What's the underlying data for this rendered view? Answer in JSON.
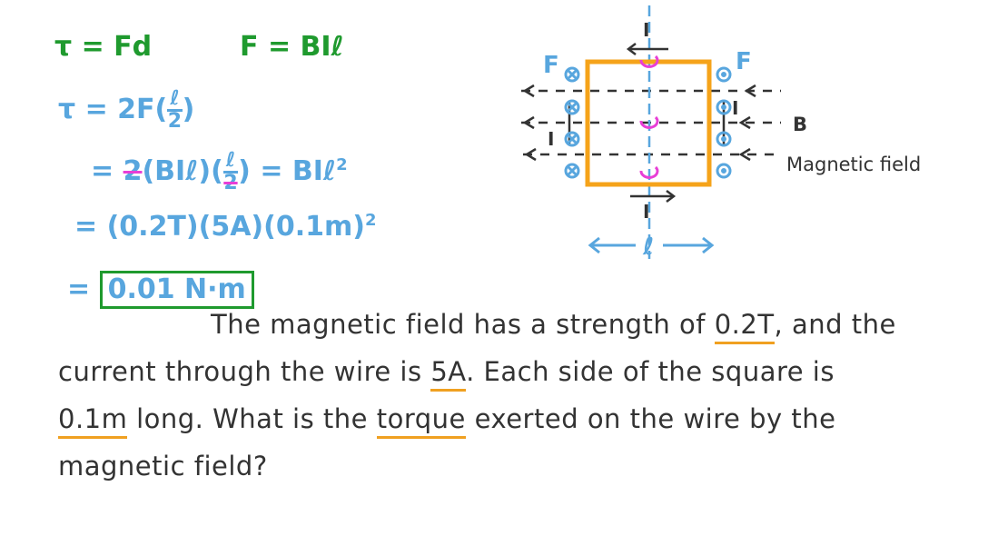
{
  "colors": {
    "green": "#1f9a2e",
    "blue": "#58a6de",
    "orange": "#f0a020",
    "magenta": "#e83fd6",
    "ink": "#333333"
  },
  "equations": {
    "torque_def": "τ = Fd",
    "force_def": "F = BIℓ",
    "line1_prefix": "τ = 2F(",
    "line1_num": "ℓ",
    "line1_den": "2",
    "line1_suffix": ")",
    "line2_eq": "=",
    "line2_two": "2",
    "line2_mid": "(BIℓ)(",
    "line2_num": "ℓ",
    "line2_den": "2",
    "line2_end": ")  = BIℓ",
    "line2_exp": "2",
    "line3": "= (0.2T)(5A)(0.1m)",
    "line3_exp": "2",
    "line4_eq": "=",
    "answer": "0.01 N·m"
  },
  "question": {
    "l1_a": "The magnetic field has a strength of ",
    "l1_b": "0.2T",
    "l1_c": ", and the",
    "l2_a": "current through the wire is ",
    "l2_b": "5A",
    "l2_c": ". Each side of the square is",
    "l3_a": "0.1m",
    "l3_b": " long.  What is the ",
    "l3_c": "torque",
    "l3_d": " exerted on the wire by the",
    "l4": "magnetic field?"
  },
  "diagram": {
    "force_left": "F",
    "force_right": "F",
    "current_label": "I",
    "field_label": "B",
    "field_caption": "Magnetic field",
    "length_label": "ℓ"
  }
}
